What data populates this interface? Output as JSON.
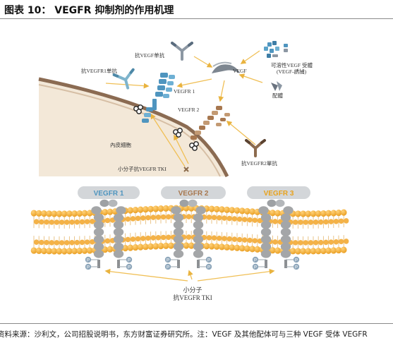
{
  "title": "图表 10： VEGFR 抑制剂的作用机理",
  "top_panel": {
    "labels": {
      "anti_vegf_mab": "抗VEGF单抗",
      "anti_vegfr1_mab": "抗VEGFR1单抗",
      "vegf": "VEGF",
      "soluble_receptor": "可溶性VEGF 受體",
      "soluble_receptor_sub": "(VEGF-誘捕)",
      "ligand": "配體",
      "vegfr1": "VEGFR 1",
      "vegfr2": "VEGFR 2",
      "endothelial_cell": "內皮細胞",
      "small_molecule_tki": "小分子抗VEGFR TKI",
      "anti_vegfr2_mab": "抗VEGFR2單抗"
    }
  },
  "bottom_panel": {
    "receptors": [
      "VEGFR 1",
      "VEGFR 2",
      "VEGFR 3"
    ],
    "phospho_label": "P",
    "inhibitor_line1": "小分子",
    "inhibitor_line2": "抗VEGFR TKI"
  },
  "footer": "资料来源：沙利文，公司招股说明书，东方财富证券研究所。注：VEGF 及其他配体可与三种 VEGF 受体 VEGFR",
  "colors": {
    "membrane": "#f2a527",
    "membrane_dark": "#d68a14",
    "receptor_grey": "#a4a6a8",
    "receptor_blue": "#4f95bf",
    "receptor_brown": "#a7774f",
    "arrow": "#f0bf55",
    "cell_fill": "#f1e6d6",
    "cell_edge": "#8b6b52"
  }
}
